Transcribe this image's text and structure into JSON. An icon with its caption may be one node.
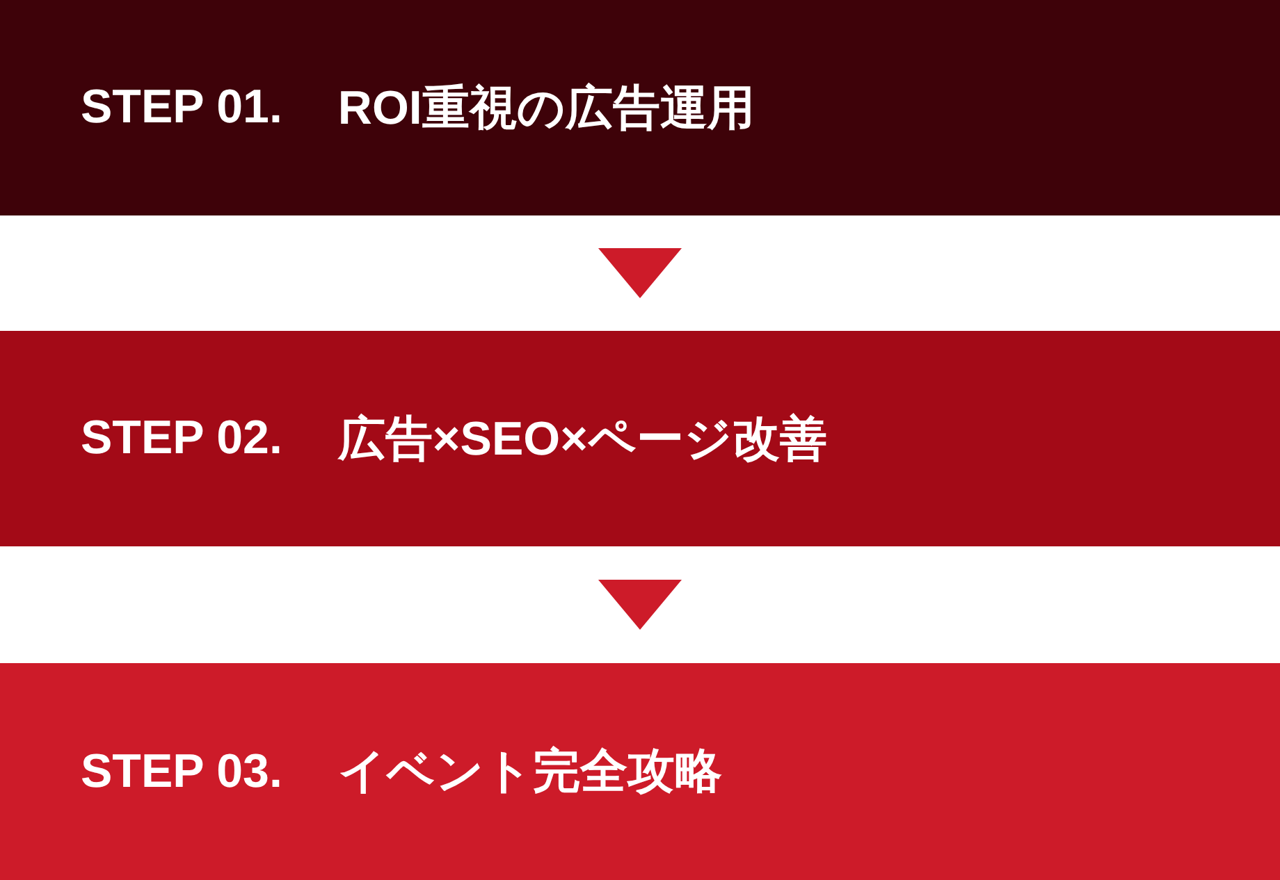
{
  "diagram": {
    "nodes": [
      {
        "text": [
          "STEP 01.",
          "ROI重視の広告運用"
        ]
      },
      {
        "text": [
          "STEP 02.",
          "広告×SEO×ページ改善"
        ]
      },
      {
        "text": [
          "STEP 03.",
          "イベント完全攻略"
        ]
      }
    ],
    "edges": [
      {
        "from": 0,
        "to": 1,
        "arrow": "to"
      },
      {
        "from": 1,
        "to": 2,
        "arrow": "to"
      }
    ]
  }
}
